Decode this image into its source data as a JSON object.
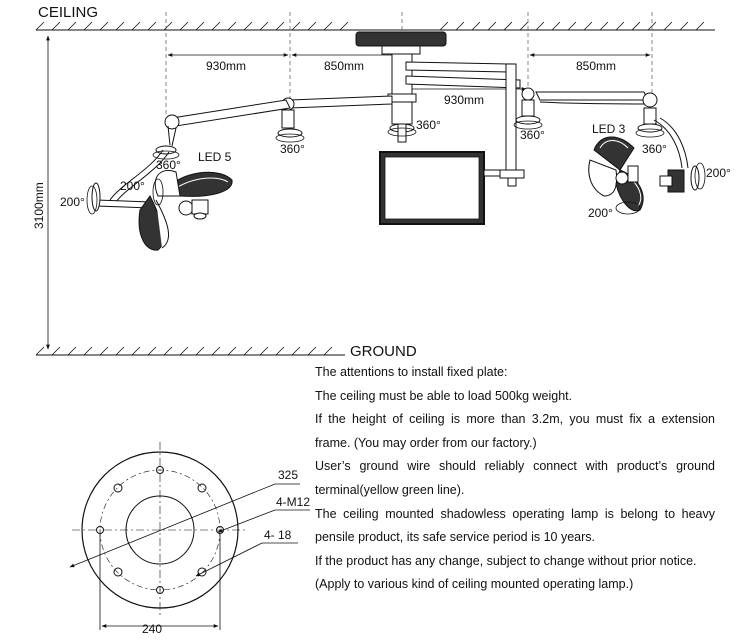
{
  "labels": {
    "ceiling": "CEILING",
    "ground": "GROUND",
    "height": "3100mm",
    "dim_930_left": "930mm",
    "dim_850_left": "850mm",
    "dim_850_right": "850mm",
    "dim_930_center": "930mm",
    "led5": "LED 5",
    "led3": "LED 3",
    "rot_360_a": "360°",
    "rot_360_b": "360°",
    "rot_360_c": "360°",
    "rot_360_d": "360°",
    "rot_360_e": "360°",
    "rot_200_a": "200°",
    "rot_200_b": "200°",
    "rot_200_c": "200°",
    "rot_200_d": "200°"
  },
  "plate": {
    "dia_325": "325",
    "bolt_m12": "4-M12",
    "hole_18": "4- 18",
    "width_240": "240"
  },
  "notes": {
    "line1": "The attentions to install fixed plate:",
    "line2": "The ceiling must be able to load 500kg weight.",
    "line3": "If the height of ceiling is more than 3.2m, you must fix a extension",
    "line4": "frame. (You may order from our factory.)",
    "line5": "User’s ground wire should reliably connect with product’s ground",
    "line6": "terminal(yellow green line).",
    "line7": "The ceiling mounted shadowless operating lamp is belong to heavy",
    "line8": "pensile product, its safe service period is 10 years.",
    "line9": "If the product has any change, subject to change without prior notice.",
    "line10": "(Apply to various kind of ceiling mounted operating lamp.)"
  }
}
